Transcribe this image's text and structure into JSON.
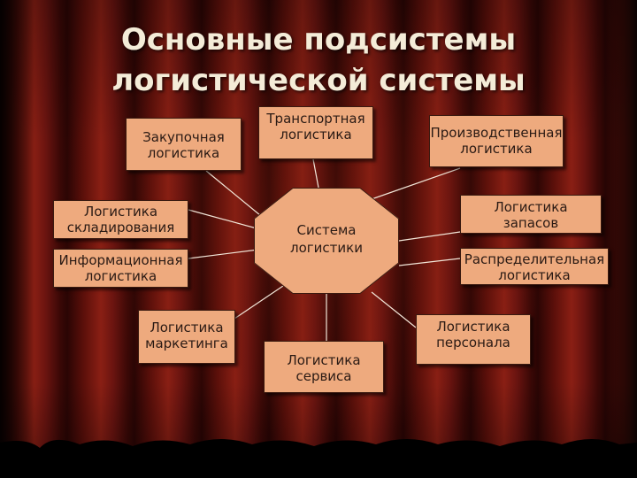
{
  "title": {
    "line1": "Основные подсистемы",
    "line2": "логистической системы"
  },
  "center": {
    "line1": "Система",
    "line2": "логистики"
  },
  "nodes": {
    "purchasing": {
      "line1": "Закупочная",
      "line2": "логистика"
    },
    "transport": {
      "line1": "Транспортная",
      "line2": "логистика"
    },
    "production": {
      "line1": "Производственная",
      "line2": "логистика"
    },
    "warehousing": {
      "line1": "Логистика",
      "line2": "складирования"
    },
    "information": {
      "line1": "Информационная",
      "line2": "логистика"
    },
    "marketing": {
      "line1": "Логистика",
      "line2": "маркетинга"
    },
    "inventory": {
      "line1": "Логистика",
      "line2": "запасов"
    },
    "distribution": {
      "line1": "Распределительная",
      "line2": "логистика"
    },
    "service": {
      "line1": "Логистика",
      "line2": "сервиса"
    },
    "personnel": {
      "line1": "Логистика",
      "line2": "персонала"
    }
  },
  "colors": {
    "box_fill": "#eeaa7e",
    "box_border": "#3a1a10",
    "connector": "#f2e6d8",
    "title_text": "#f4ecd8",
    "curtain": "#8a1f14"
  }
}
